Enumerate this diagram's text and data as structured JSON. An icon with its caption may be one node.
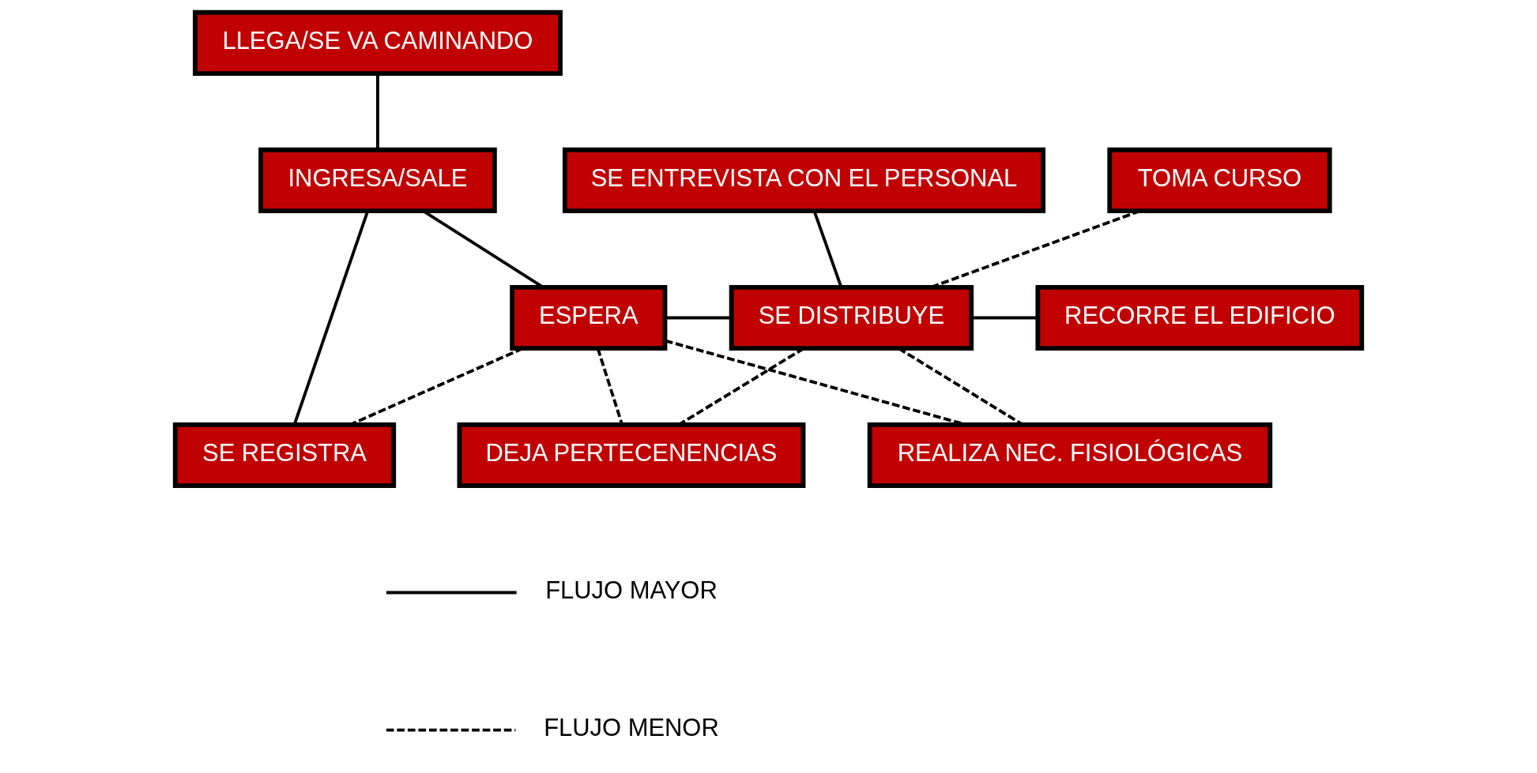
{
  "diagram": {
    "nodes": [
      {
        "text": [
          "LLEGA/SE VA CAMINANDO"
        ]
      },
      {
        "text": [
          "TOMA CURSO"
        ]
      },
      {
        "text": [
          "SE ENTREVISTA CON EL PERSONAL"
        ]
      },
      {
        "text": [
          "INGRESA/SALE"
        ]
      },
      {
        "text": [
          "SE DISTRIBUYE"
        ]
      },
      {
        "text": [
          "RECORRE EL EDIFICIO"
        ]
      },
      {
        "text": [
          "ESPERA"
        ]
      },
      {
        "text": [
          "REALIZA NEC. FISIOLÓGICAS"
        ]
      },
      {
        "text": [
          "SE REGISTRA"
        ]
      },
      {
        "text": [
          "DEJA PERTECENENCIAS"
        ]
      }
    ],
    "edges": [
      {
        "from": 0,
        "to": 3,
        "arrow": "none"
      },
      {
        "from": 3,
        "to": 6,
        "arrow": "none"
      },
      {
        "from": 3,
        "to": 8,
        "arrow": "none"
      },
      {
        "from": 6,
        "to": 4,
        "arrow": "none"
      },
      {
        "from": 4,
        "to": 2,
        "arrow": "none"
      },
      {
        "from": 4,
        "to": 5,
        "arrow": "none"
      },
      {
        "from": 1,
        "to": 4,
        "arrow": "none",
        "style": "dashed"
      },
      {
        "from": 6,
        "to": 8,
        "arrow": "none",
        "style": "dashed"
      },
      {
        "from": 6,
        "to": 7,
        "arrow": "none",
        "style": "dashed"
      },
      {
        "from": 6,
        "to": 9,
        "arrow": "none",
        "style": "dashed"
      },
      {
        "from": 4,
        "to": 7,
        "arrow": "none",
        "style": "dashed"
      },
      {
        "from": 4,
        "to": 9,
        "arrow": "none",
        "style": "dashed"
      }
    ],
    "legend": [
      {
        "text": "FLUJO MAYOR"
      },
      {
        "text": "FLUJO MENOR"
      }
    ]
  }
}
